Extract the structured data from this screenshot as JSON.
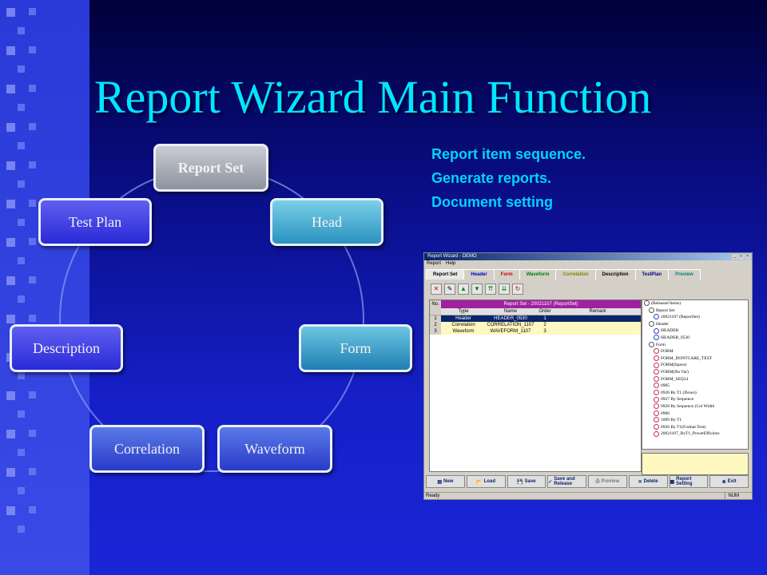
{
  "slide": {
    "title": "Report Wizard Main Function",
    "notes": [
      "Report item sequence.",
      "Generate reports.",
      "Document setting"
    ]
  },
  "cycle": {
    "nodes": [
      "Report Set",
      "Head",
      "Form",
      "Waveform",
      "Correlation",
      "Description",
      "Test Plan"
    ]
  },
  "app": {
    "window_title": "Report Wizard - DEMO",
    "menu": [
      "Report",
      "Help"
    ],
    "tabs": [
      "Report Set",
      "Header",
      "Form",
      "Waveform",
      "Correlation",
      "Description",
      "TestPlan",
      "Preview"
    ],
    "tab_colors": [
      "#000000",
      "#0000c0",
      "#c00000",
      "#008000",
      "#808000",
      "#000000",
      "#000080",
      "#008080"
    ],
    "grid": {
      "header": "Report Set - 20021107 (ReportSet)",
      "no_label": "No.",
      "columns": [
        "Type",
        "Name",
        "Order",
        "Remark"
      ],
      "rows": [
        {
          "no": "1",
          "type": "Header",
          "name": "HEADER_0530",
          "order": "1",
          "remark": ""
        },
        {
          "no": "2",
          "type": "Correlation",
          "name": "CORRELATION_1107",
          "order": "2",
          "remark": ""
        },
        {
          "no": "3",
          "type": "Waveform",
          "name": "WAVEFORM_1107",
          "order": "3",
          "remark": ""
        }
      ]
    },
    "tree": [
      "(Released Items)",
      "Report Set",
      "20021107 (ReportSet)",
      "Header",
      "HEADER",
      "HEADER_0530",
      "Form",
      "FORM",
      "FORM_DONTCARE_TEST",
      "FORM(Space)",
      "FORM(No Var)",
      "FORM_SEQ14",
      "0905",
      "0926 By T1 (Down)",
      "0927 By Sequence",
      "0928 By Sequence (Col Width",
      "0906",
      "1009 By T1",
      "0926 By T1(Format Test)",
      "20021107_ByT1_PowerEfficienc"
    ],
    "buttons": [
      "New",
      "Load",
      "Save",
      "Save and Release",
      "Preview",
      "Delete",
      "Report Setting",
      "Exit"
    ],
    "status": "Ready",
    "num_indicator": "NUM"
  }
}
